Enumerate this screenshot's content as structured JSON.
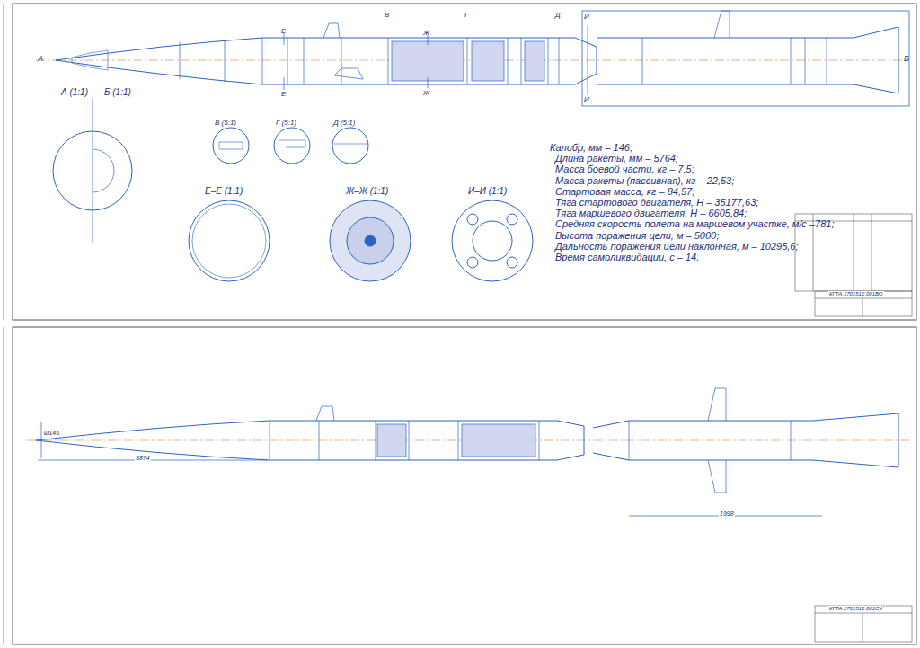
{
  "diagram": {
    "labels": [
      "А",
      "Б",
      "Е",
      "Е",
      "В",
      "Ж",
      "Ж",
      "Г",
      "Д",
      "И",
      "И",
      "А (1:1)",
      "Б (1:1)",
      "В (5:1)",
      "Г (5:1)",
      "Д (5:1)",
      "Е–Е (1:1)",
      "Ж–Ж (1:1)",
      "И–И (1:1)",
      "Калибр, мм – 146;",
      "Длина ракеты, мм – 5764;",
      "Масса боевой части, кг – 7,5;",
      "Масса ракеты (пассивная), кг – 22,53;",
      "Стартовая масса, кг – 84,57;",
      "Тяга стартового двигателя, Н – 35177,63;",
      "Тяга маршевого двигателя, Н – 6605,84;",
      "Средняя скорость полета на маршевом участке, м/с –781;",
      "Высота поражения цели, м – 5000;",
      "Дальность поражения цели наклонная, м – 10295,6;",
      "Время самоликвидации, с – 14.",
      "КГТА.1701512.001ВО",
      "КГТА.1701512.001СЧ",
      "Ø146",
      "3874",
      "1998"
    ]
  }
}
